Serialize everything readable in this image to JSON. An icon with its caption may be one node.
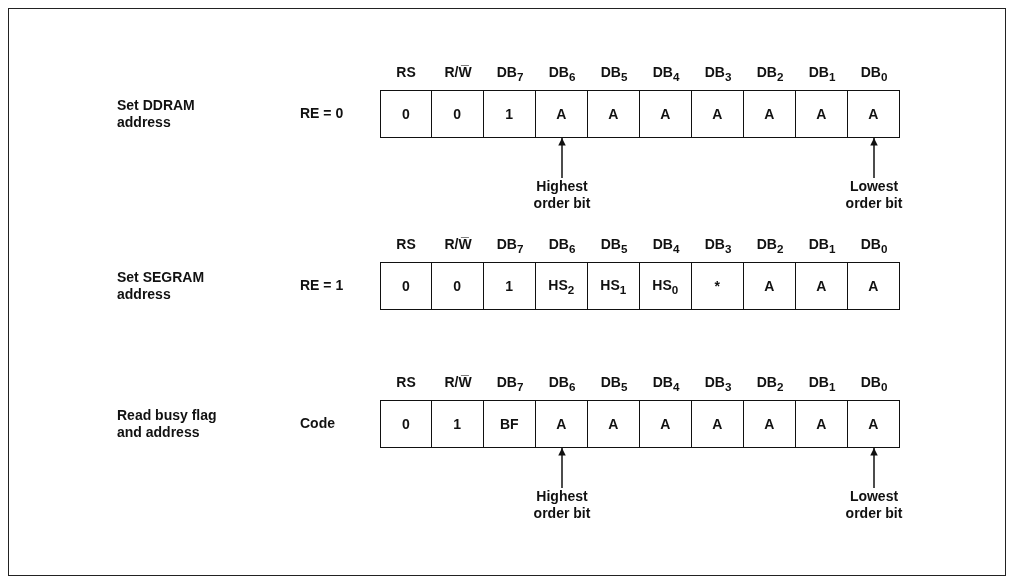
{
  "diagram": {
    "nodes": [
      {
        "text": [
          "0"
        ]
      },
      {
        "text": [
          "0"
        ]
      },
      {
        "text": [
          "1"
        ]
      },
      {
        "text": [
          "A"
        ]
      },
      {
        "text": [
          "A"
        ]
      },
      {
        "text": [
          "A"
        ]
      },
      {
        "text": [
          "A"
        ]
      },
      {
        "text": [
          "A"
        ]
      },
      {
        "text": [
          "A"
        ]
      },
      {
        "text": [
          "A"
        ]
      },
      {
        "text": [
          "Highest order bit"
        ]
      },
      {
        "text": [
          "Lowest order bit"
        ]
      },
      {
        "text": [
          "0"
        ]
      },
      {
        "text": [
          "0"
        ]
      },
      {
        "text": [
          "1"
        ]
      },
      {
        "text": [
          "HS$_{2}$"
        ]
      },
      {
        "text": [
          "HS$_{1}$"
        ]
      },
      {
        "text": [
          "HS$_{0}$"
        ]
      },
      {
        "text": [
          "*"
        ]
      },
      {
        "text": [
          "A"
        ]
      },
      {
        "text": [
          "A"
        ]
      },
      {
        "text": [
          "A"
        ]
      },
      {
        "text": [
          "0"
        ]
      },
      {
        "text": [
          "1"
        ]
      },
      {
        "text": [
          "BF"
        ]
      },
      {
        "text": [
          "A"
        ]
      },
      {
        "text": [
          "A"
        ]
      },
      {
        "text": [
          "A"
        ]
      },
      {
        "text": [
          "A"
        ]
      },
      {
        "text": [
          "A"
        ]
      },
      {
        "text": [
          "A"
        ]
      },
      {
        "text": [
          "A"
        ]
      },
      {
        "text": [
          "Highest order bit"
        ]
      },
      {
        "text": [
          "Lowest order bit"
        ]
      }
    ],
    "edges": [
      {
        "from": 10,
        "to": 3,
        "arrow": "to"
      },
      {
        "from": 11,
        "to": 9,
        "arrow": "to"
      },
      {
        "from": 32,
        "to": 25,
        "arrow": "to"
      },
      {
        "from": 33,
        "to": 31,
        "arrow": "to"
      }
    ],
    "labels": [
      "RS",
      "R/W̅",
      "DB$_{7}$",
      "DB$_{6}$",
      "DB$_{5}$",
      "DB$_{4}$",
      "DB$_{3}$",
      "DB$_{2}$",
      "DB$_{1}$",
      "DB$_{0}$",
      "Set DDRAM address",
      "RE = 0",
      "RS",
      "R/W̅",
      "DB$_{7}$",
      "DB$_{6}$",
      "DB$_{5}$",
      "DB$_{4}$",
      "DB$_{3}$",
      "DB$_{2}$",
      "DB$_{1}$",
      "DB$_{0}$",
      "Set SEGRAM address",
      "RE = 1",
      "RS",
      "R/W̅",
      "DB$_{7}$",
      "DB$_{6}$",
      "DB$_{5}$",
      "DB$_{4}$",
      "DB$_{3}$",
      "DB$_{2}$",
      "DB$_{1}$",
      "DB$_{0}$",
      "Read busy flag and address",
      "Code"
    ]
  }
}
